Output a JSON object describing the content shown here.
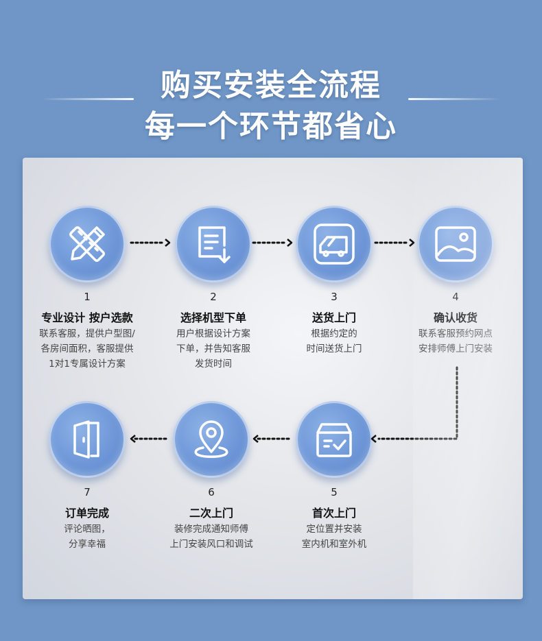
{
  "header": {
    "title": "购买安装全流程",
    "subtitle": "每一个环节都省心"
  },
  "steps": [
    {
      "num": "1",
      "title": "专业设计 按户选款",
      "desc": [
        "联系客服，提供户型图/",
        "各房间面积，客服提供",
        "1对1专属设计方案"
      ],
      "icon": "ruler-pencil-icon"
    },
    {
      "num": "2",
      "title": "选择机型下单",
      "desc": [
        "用户根据设计方案",
        "下单，并告知客服",
        "发货时间"
      ],
      "icon": "order-download-icon"
    },
    {
      "num": "3",
      "title": "送货上门",
      "desc": [
        "根据约定的",
        "时间送货上门"
      ],
      "icon": "delivery-truck-icon"
    },
    {
      "num": "4",
      "title": "确认收货",
      "desc": [
        "联系客服预约网点",
        "安排师傅上门安装"
      ],
      "icon": "image-receipt-icon"
    },
    {
      "num": "5",
      "title": "首次上门",
      "desc": [
        "定位置并安装",
        "室内机和室外机"
      ],
      "icon": "box-check-icon"
    },
    {
      "num": "6",
      "title": "二次上门",
      "desc": [
        "装修完成通知师傅",
        "上门安装风口和调试"
      ],
      "icon": "location-pin-icon"
    },
    {
      "num": "7",
      "title": "订单完成",
      "desc": [
        "评论晒图，",
        "分享幸福"
      ],
      "icon": "door-icon"
    }
  ]
}
